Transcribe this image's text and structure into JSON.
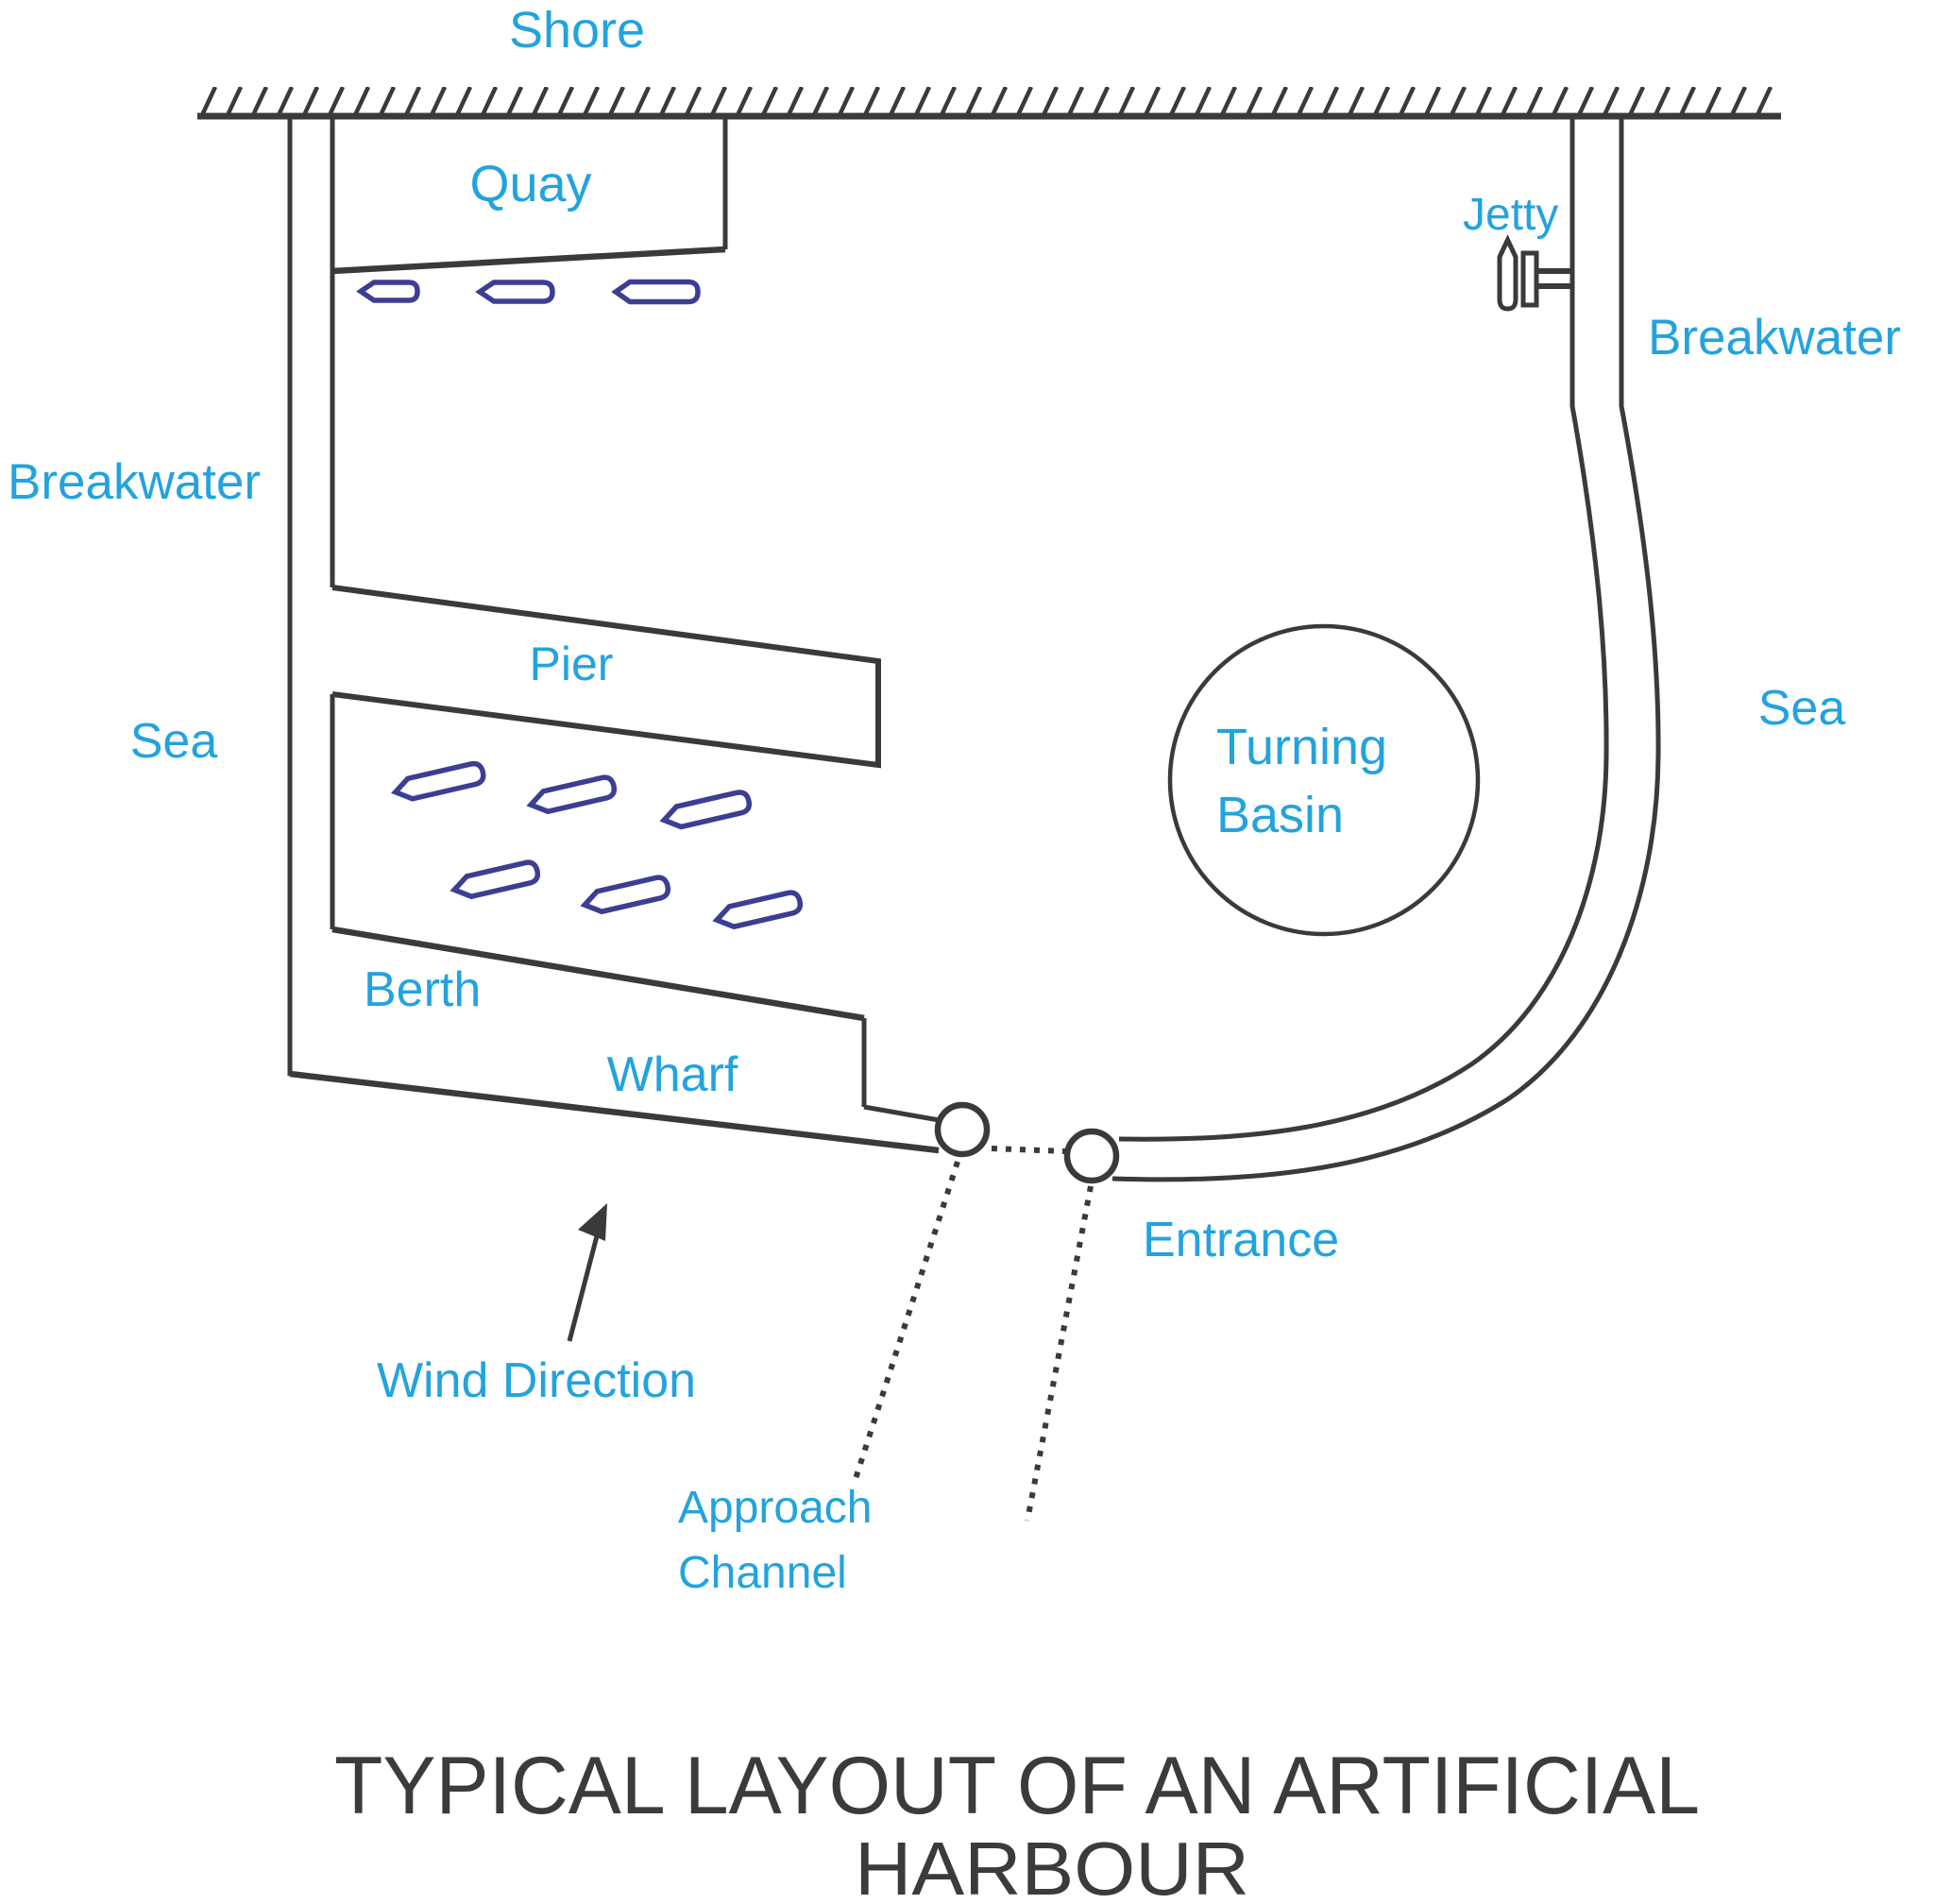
{
  "diagram_title": {
    "line1": "TYPICAL LAYOUT OF AN ARTIFICIAL",
    "line2": "HARBOUR"
  },
  "labels": {
    "shore": "Shore",
    "quay": "Quay",
    "jetty": "Jetty",
    "breakwater_left": "Breakwater",
    "breakwater_right": "Breakwater",
    "sea_left": "Sea",
    "sea_right": "Sea",
    "pier": "Pier",
    "turning_basin": {
      "line1": "Turning",
      "line2": "Basin"
    },
    "berth": "Berth",
    "wharf": "Wharf",
    "entrance": "Entrance",
    "wind_direction": "Wind Direction",
    "approach_channel": {
      "line1": "Approach",
      "line2": "Channel"
    }
  },
  "boats": {
    "quay_row_count": 3,
    "berth_row1_count": 3,
    "berth_row2_count": 3,
    "jetty_boat_count": 1
  },
  "colors": {
    "background": "#ffffff",
    "line": "#3a3a3a",
    "label_text": "#23a3dd",
    "boat_outline": "#3b3e93",
    "title_text": "#3b3b3b"
  }
}
